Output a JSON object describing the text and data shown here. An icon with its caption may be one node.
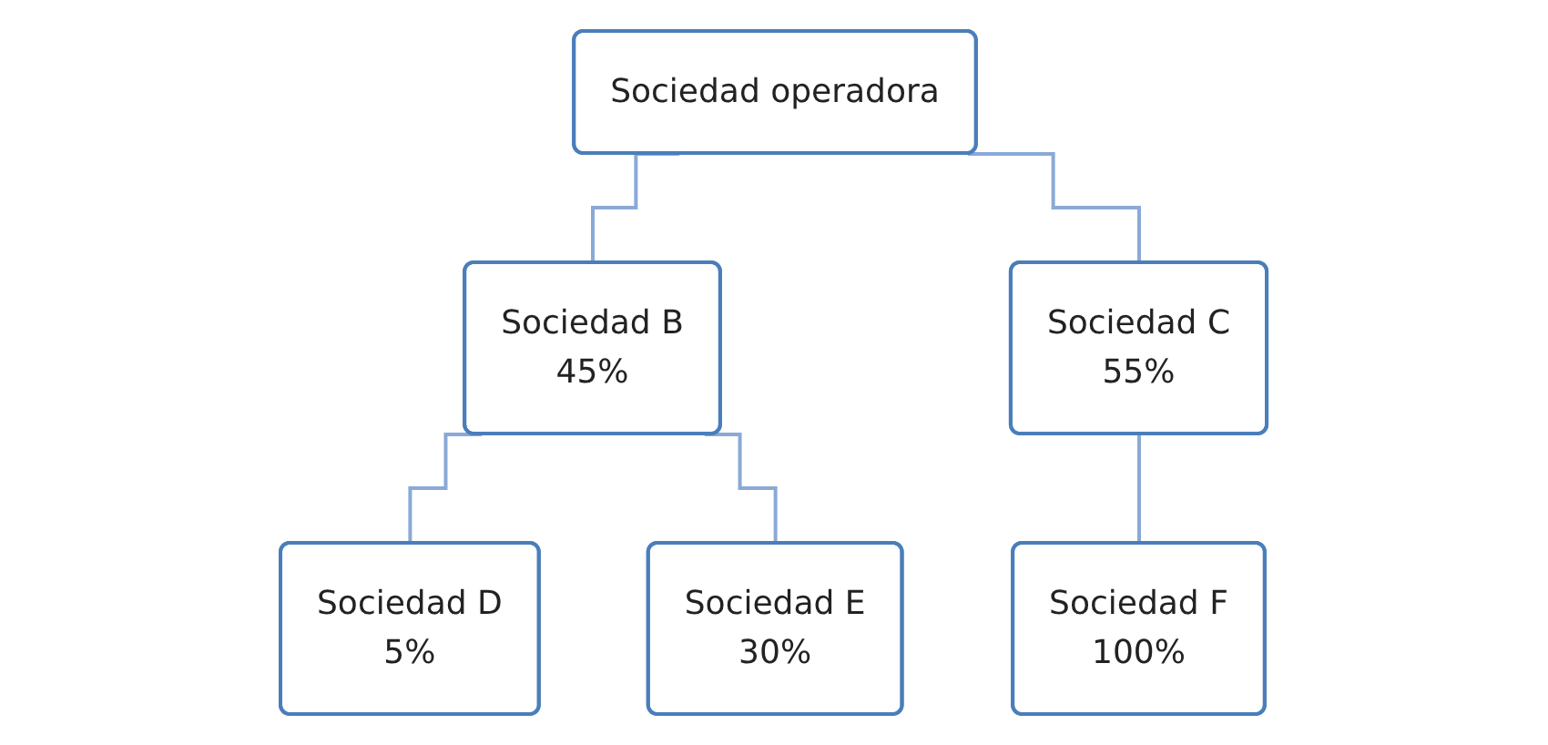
{
  "diagram": {
    "nodes": [
      {
        "text": [
          "Sociedad operadora"
        ]
      },
      {
        "text": [
          "Sociedad B",
          "45%"
        ]
      },
      {
        "text": [
          "Sociedad C",
          "55%"
        ]
      },
      {
        "text": [
          "Sociedad D",
          "5%"
        ]
      },
      {
        "text": [
          "Sociedad E",
          "30%"
        ]
      },
      {
        "text": [
          "Sociedad F",
          "100%"
        ]
      }
    ],
    "edges": [
      {
        "from": 0,
        "to": 1,
        "arrow": "none"
      },
      {
        "from": 0,
        "to": 2,
        "arrow": "none"
      },
      {
        "from": 1,
        "to": 3,
        "arrow": "none"
      },
      {
        "from": 1,
        "to": 4,
        "arrow": "none"
      },
      {
        "from": 2,
        "to": 5,
        "arrow": "none"
      }
    ]
  }
}
